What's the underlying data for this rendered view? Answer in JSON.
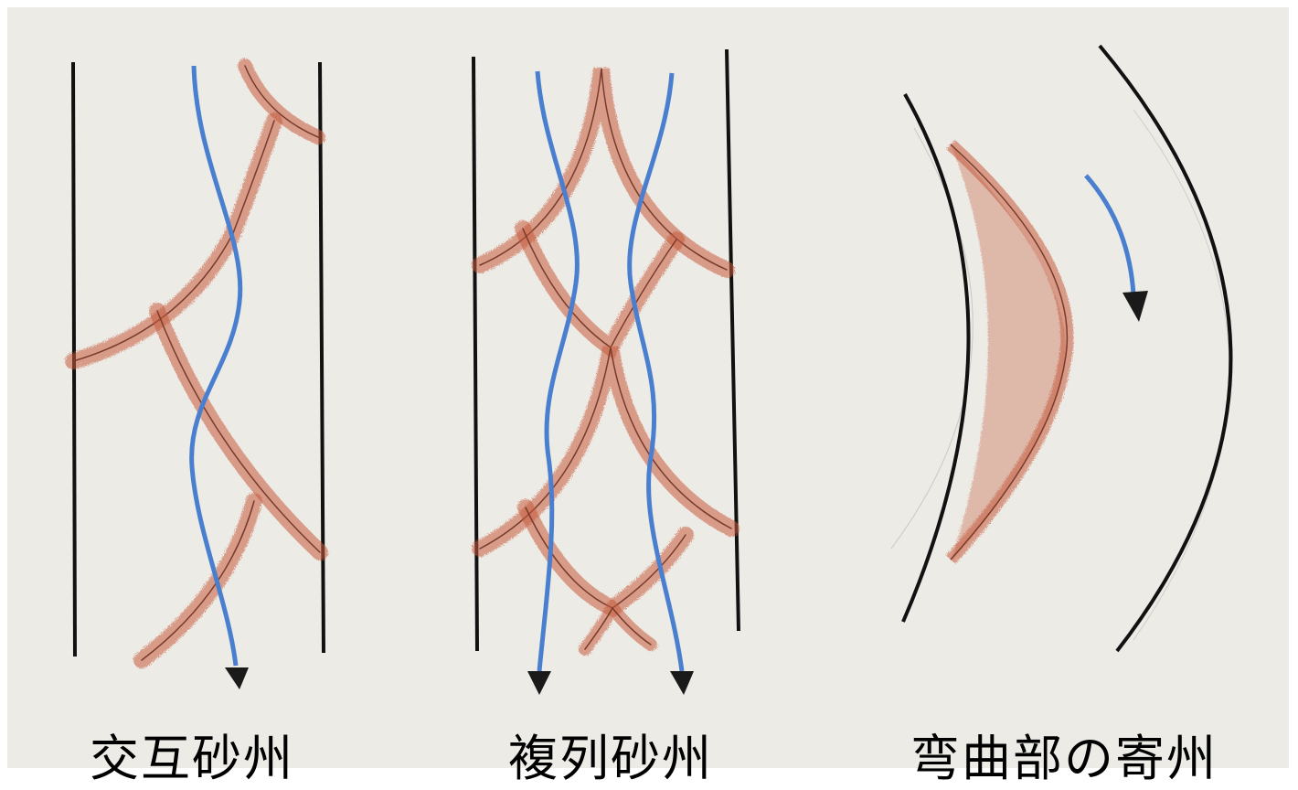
{
  "panels": [
    {
      "id": "alternate-bars",
      "label": "交互砂州"
    },
    {
      "id": "multiple-bars",
      "label": "複列砂州"
    },
    {
      "id": "point-bar",
      "label": "弯曲部の寄州"
    }
  ],
  "colors": {
    "background": "#ecebe5",
    "bank": "#111111",
    "flow": "#4a7fd0",
    "sand": "#c65a3c",
    "arrowhead": "#1a1a1a"
  }
}
